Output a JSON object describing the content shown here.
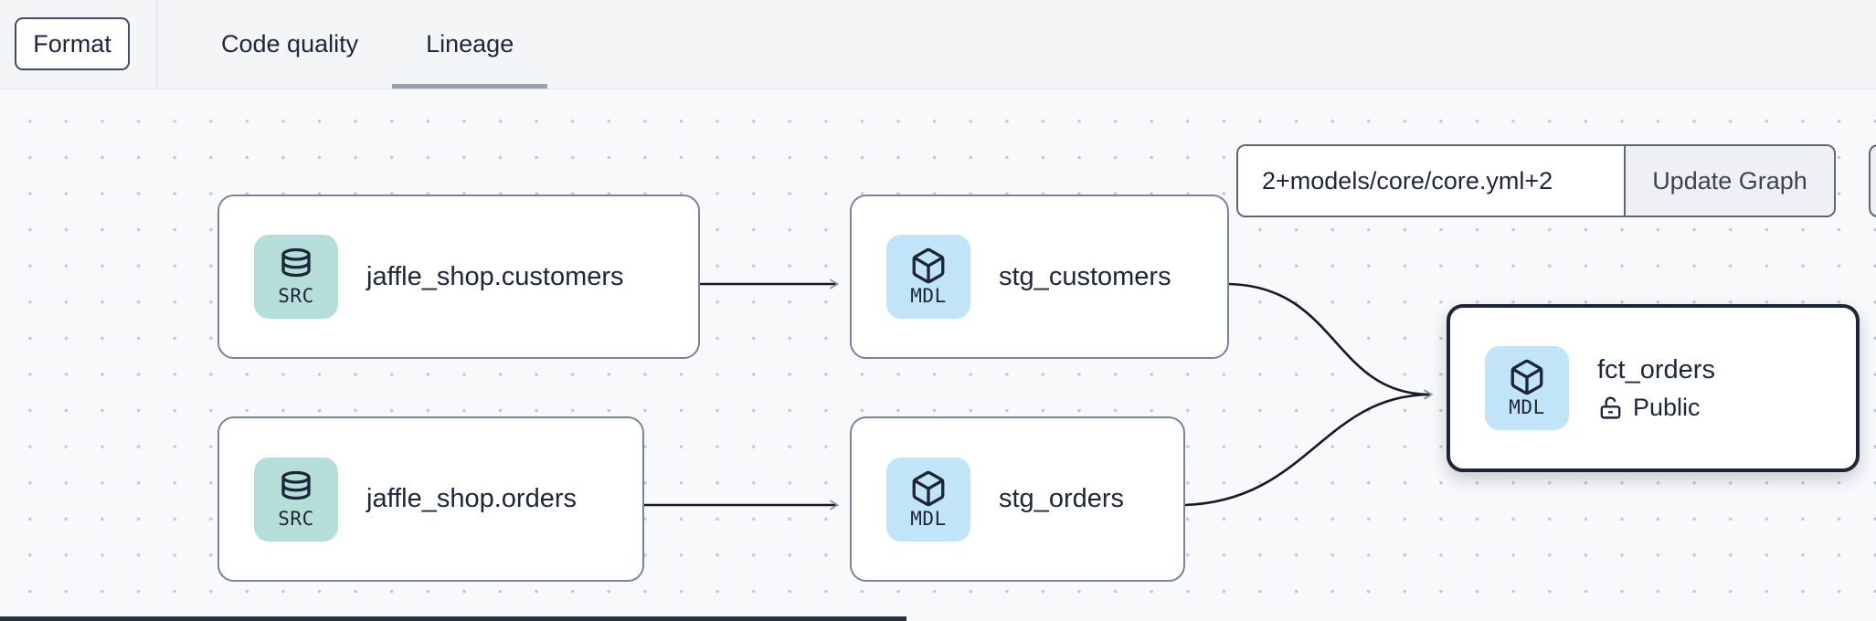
{
  "header": {
    "format_button": "Format",
    "tabs": [
      {
        "label": "Code quality",
        "active": false
      },
      {
        "label": "Lineage",
        "active": true
      }
    ]
  },
  "lineage": {
    "filter": {
      "value": "2+models/core/core.yml+2",
      "update_button": "Update Graph"
    },
    "nodes": [
      {
        "label": "jaffle_shop.customers",
        "type": "SRC",
        "selected": false
      },
      {
        "label": "stg_customers",
        "type": "MDL",
        "selected": false
      },
      {
        "label": "jaffle_shop.orders",
        "type": "SRC",
        "selected": false
      },
      {
        "label": "stg_orders",
        "type": "MDL",
        "selected": false
      },
      {
        "label": "fct_orders",
        "type": "MDL",
        "access": "Public",
        "selected": true
      }
    ],
    "edges": [
      {
        "from": "jaffle_shop.customers",
        "to": "stg_customers"
      },
      {
        "from": "jaffle_shop.orders",
        "to": "stg_orders"
      },
      {
        "from": "stg_customers",
        "to": "fct_orders"
      },
      {
        "from": "stg_orders",
        "to": "fct_orders"
      }
    ]
  },
  "colors": {
    "topbar_bg": "#f4f5f7",
    "canvas_bg": "#f8f9fb",
    "canvas_dot": "#c5c9d2",
    "tab_underline": "#9aa1ae",
    "node_border": "#7b8494",
    "selected_node_border": "#1d2636",
    "src_chip_bg": "#b5dedb",
    "mdl_chip_bg": "#c2e4f8",
    "edge_line": "#151a24",
    "arrowhead": "#8a92a0",
    "update_button_bg": "#eef0f3",
    "text": "#1d2738"
  }
}
